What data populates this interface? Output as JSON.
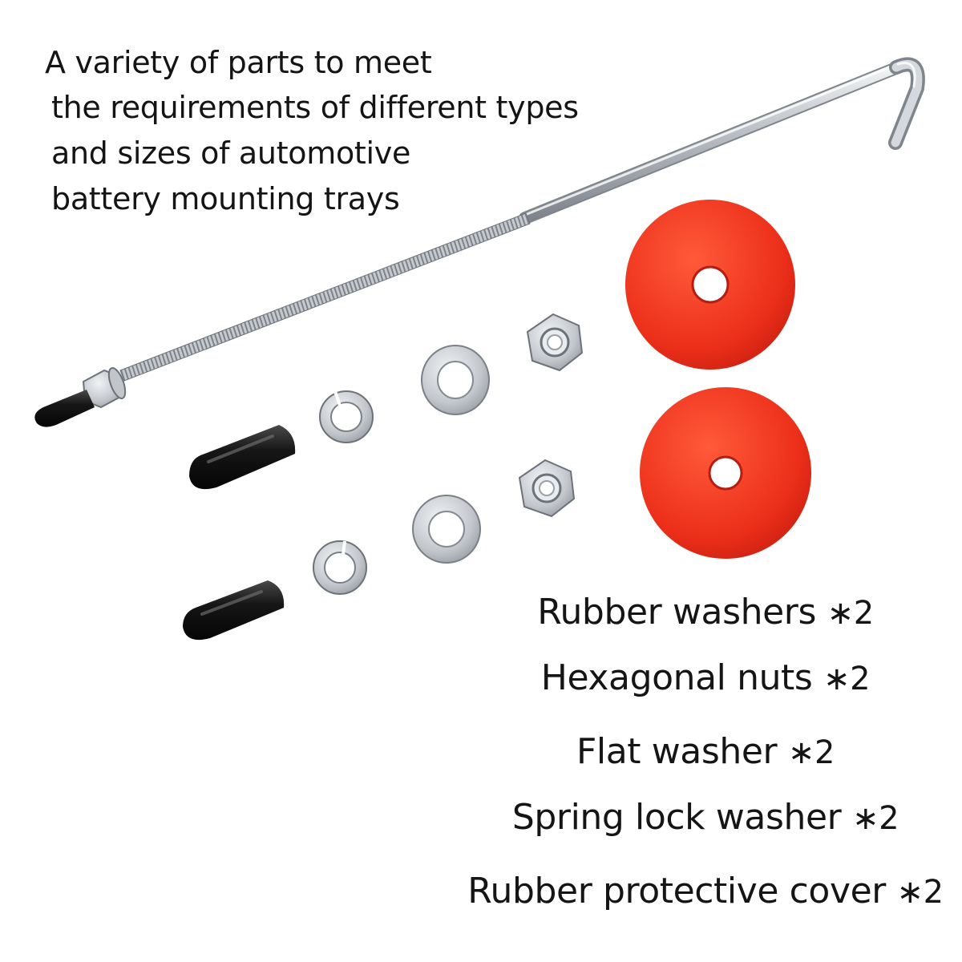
{
  "headline": [
    "A variety of parts to meet",
    "the requirements of different types",
    "and sizes of automotive",
    "battery mounting trays"
  ],
  "parts": [
    {
      "name": "Rubber washers",
      "qty": "∗2"
    },
    {
      "name": "Hexagonal nuts",
      "qty": "∗2"
    },
    {
      "name": "Flat washer",
      "qty": "∗2"
    },
    {
      "name": "Spring lock washer",
      "qty": "∗2"
    },
    {
      "name": "Rubber protective cover",
      "qty": "∗2"
    }
  ],
  "colors": {
    "background": "#ffffff",
    "text": "#141414",
    "rubber_washer": "#e8321c",
    "metal": "#c9ccd0",
    "rubber_cap": "#1a1a1a"
  }
}
